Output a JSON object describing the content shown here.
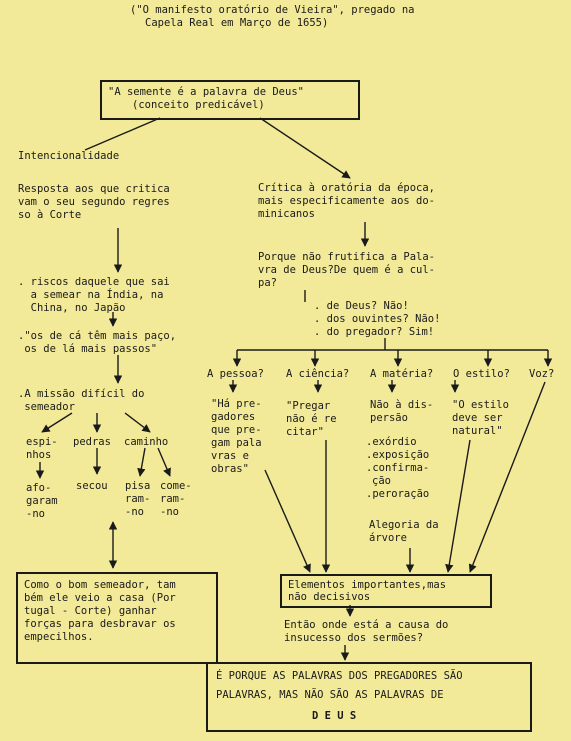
{
  "header": {
    "line1": "(\"O manifesto oratório de Vieira\", pregado na",
    "line2": "Capela Real em Março de 1655)"
  },
  "top_box": {
    "line1": "\"A semente é a palavra de Deus\"",
    "line2": "(conceito predicável)"
  },
  "left": {
    "intencionalidade": "Intencionalidade",
    "resposta": [
      "Resposta aos que critica",
      "vam o seu segundo regres",
      "so à Corte"
    ],
    "riscos": [
      ". riscos daquele que sai",
      "  a semear na Índia, na",
      "  China, no Japão"
    ],
    "os_de_ca": [
      ".\"os de cá têm mais paço,",
      " os de lá mais passos\""
    ],
    "missao": [
      ".A missão difícil do",
      " semeador"
    ],
    "espinhos": [
      "espi-",
      "nhos"
    ],
    "pedras": "pedras",
    "caminho": "caminho",
    "afogaram": [
      "afo-",
      "garam",
      "-no"
    ],
    "secou": "secou",
    "pisaram": [
      "pisa",
      "ram-",
      "-no"
    ],
    "comeram": [
      "come-",
      "ram-",
      "-no"
    ],
    "bottom_box": [
      "Como o bom semeador, tam",
      "bém ele veio a casa (Por",
      "tugal - Corte) ganhar",
      "forças para desbravar os",
      "empecilhos."
    ]
  },
  "right": {
    "critica": [
      "Crítica à oratória da época,",
      "mais especificamente aos do-",
      "minicanos"
    ],
    "porque": [
      "Porque não frutifica a Pala-",
      "vra de Deus?De quem é a cul-",
      "pa?"
    ],
    "questions": [
      ". de Deus? Não!",
      ". dos ouvintes? Não!",
      ". do pregador? Sim!"
    ],
    "pessoa": "A pessoa?",
    "ciencia": "A ciência?",
    "materia": "A matéria?",
    "estilo": "O estilo?",
    "voz": "Voz?",
    "ha_pregadores": [
      "\"Há pre-",
      "gadores",
      "que pre-",
      "gam pala",
      "vras e",
      "obras\""
    ],
    "pregar": [
      "\"Pregar",
      "não é re",
      "citar\""
    ],
    "nao_dispersao": [
      "Não à dis-",
      "persão"
    ],
    "partes": [
      ".exórdio",
      ".exposição",
      ".confirma-",
      "ção",
      ".peroração"
    ],
    "estilo_natural": [
      "\"O estilo",
      "deve ser",
      "natural\""
    ],
    "alegoria": [
      "Alegoria da",
      "árvore"
    ],
    "elementos_box": [
      "Elementos importantes,mas",
      "não decisivos"
    ],
    "entao": [
      "Então onde está a causa do",
      "insucesso dos sermões?"
    ]
  },
  "conclusion_box": {
    "line1": "É PORQUE AS PALAVRAS DOS PREGADORES SÃO",
    "line2": "PALAVRAS, MAS NÃO SÃO AS PALAVRAS DE",
    "line3": "D E U S"
  }
}
